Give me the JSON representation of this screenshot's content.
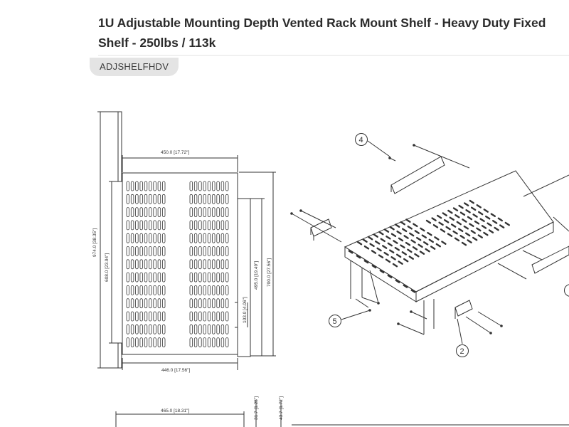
{
  "product": {
    "title_line1": "1U Adjustable Mounting Depth Vented Rack Mount Shelf - Heavy Duty Fixed",
    "title_line2": "Shelf - 250lbs / 113k",
    "sku": "ADJSHELFHDV"
  },
  "drawing": {
    "dims": {
      "top_width": "450.0 [17.72\"]",
      "outer_height": "974.0 [38.35\"]",
      "inner_height": "608.0 [23.94\"]",
      "mid_depth": "495.0 [19.49\"]",
      "slot_depth": "103.0 [4.06\"]",
      "right_depth": "700.0 [27.56\"]",
      "bottom_width": "446.0 [17.56\"]",
      "lower_width": "465.0 [18.31\"]",
      "lower_height_a": "31.7 [1.25\"]",
      "lower_height_b": "43.7 [1.72\"]"
    },
    "callouts": [
      "4",
      "5",
      "2"
    ]
  },
  "colors": {
    "line": "#333333",
    "title": "#2b2b2b",
    "badge_bg": "#e4e4e4"
  }
}
